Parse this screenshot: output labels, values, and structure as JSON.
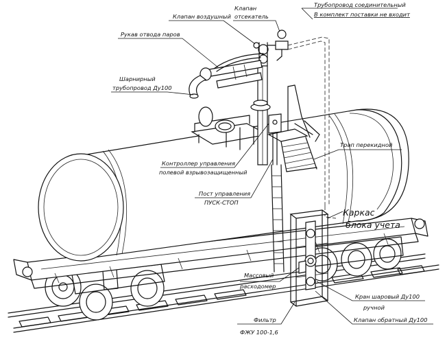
{
  "labels": {
    "valve_air": "Клапан воздушный",
    "valve_cutoff_1": "Клапан",
    "valve_cutoff_2": "отсекатель",
    "pipe_connect": "Трубопровод соединительный",
    "not_included": "В комплект поставки не входит",
    "vapor_hose": "Рукав отвода паров",
    "hinged_pipe_1": "Шарнирный",
    "hinged_pipe_2": "трубопровод Ду100",
    "gangway": "Трап перекидной",
    "controller_1": "Контроллер управления",
    "controller_2": "полевой взрывозащищенный",
    "post_1": "Пост управления",
    "post_2": "ПУСК-СТОП",
    "frame_1": "Каркас",
    "frame_2": "блока учета",
    "flowmeter_1": "Массовый",
    "flowmeter_2": "расходомер",
    "ball_valve_1": "Кран шаровый Ду100",
    "ball_valve_2": "ручной",
    "check_valve": "Клапан обратный Ду100",
    "filter_1": "Фильтр",
    "filter_2": "ФЖУ 100-1,6"
  }
}
